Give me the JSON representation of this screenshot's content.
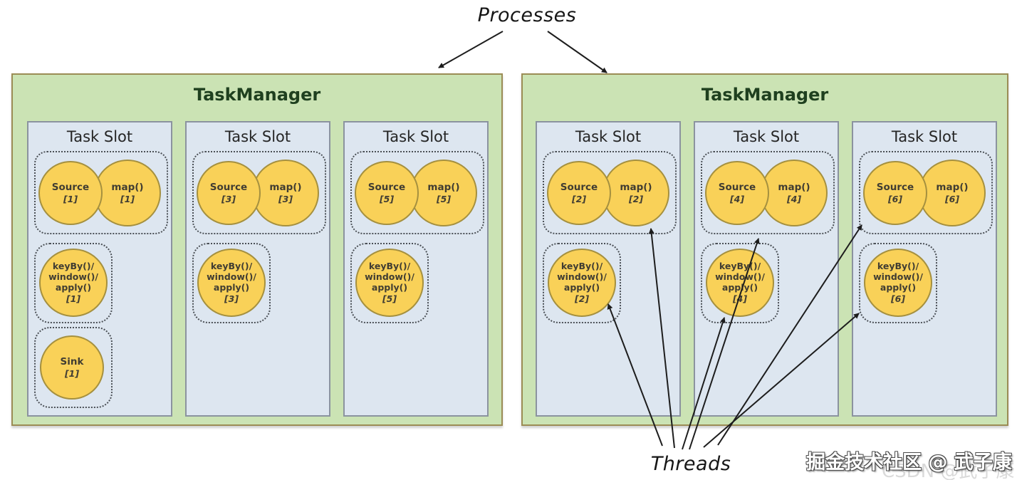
{
  "diagram_labels": {
    "processes": "Processes",
    "threads": "Threads"
  },
  "watermark": {
    "main": "掘金技术社区 @ 武子康",
    "ghost": "CSDN @武子康"
  },
  "colors": {
    "taskmanager_fill": "#cbe3b4",
    "taskmanager_border": "#9b8c55",
    "taskmanager_title": "#1f401f",
    "slot_fill": "#dde6f0",
    "slot_border": "#8b939f",
    "operator_fill": "#f9d158",
    "operator_border": "#a5903f",
    "dotted_group": "#4b5056",
    "arrow": "#1d1d1d",
    "background": "#ffffff"
  },
  "taskmanagers": [
    {
      "title": "TaskManager",
      "slots": [
        {
          "title": "Task Slot",
          "source_name": "Source",
          "source_index": "[1]",
          "map_name": "map()",
          "map_index": "[1]",
          "keyby_lines": [
            "keyBy()/",
            "window()/",
            "apply()"
          ],
          "keyby_index": "[1]",
          "sink_name": "Sink",
          "sink_index": "[1]"
        },
        {
          "title": "Task Slot",
          "source_name": "Source",
          "source_index": "[3]",
          "map_name": "map()",
          "map_index": "[3]",
          "keyby_lines": [
            "keyBy()/",
            "window()/",
            "apply()"
          ],
          "keyby_index": "[3]"
        },
        {
          "title": "Task Slot",
          "source_name": "Source",
          "source_index": "[5]",
          "map_name": "map()",
          "map_index": "[5]",
          "keyby_lines": [
            "keyBy()/",
            "window()/",
            "apply()"
          ],
          "keyby_index": "[5]"
        }
      ]
    },
    {
      "title": "TaskManager",
      "slots": [
        {
          "title": "Task Slot",
          "source_name": "Source",
          "source_index": "[2]",
          "map_name": "map()",
          "map_index": "[2]",
          "keyby_lines": [
            "keyBy()/",
            "window()/",
            "apply()"
          ],
          "keyby_index": "[2]"
        },
        {
          "title": "Task Slot",
          "source_name": "Source",
          "source_index": "[4]",
          "map_name": "map()",
          "map_index": "[4]",
          "keyby_lines": [
            "keyBy()/",
            "window()/",
            "apply()"
          ],
          "keyby_index": "[4]"
        },
        {
          "title": "Task Slot",
          "source_name": "Source",
          "source_index": "[6]",
          "map_name": "map()",
          "map_index": "[6]",
          "keyby_lines": [
            "keyBy()/",
            "window()/",
            "apply()"
          ],
          "keyby_index": "[6]"
        }
      ]
    }
  ]
}
